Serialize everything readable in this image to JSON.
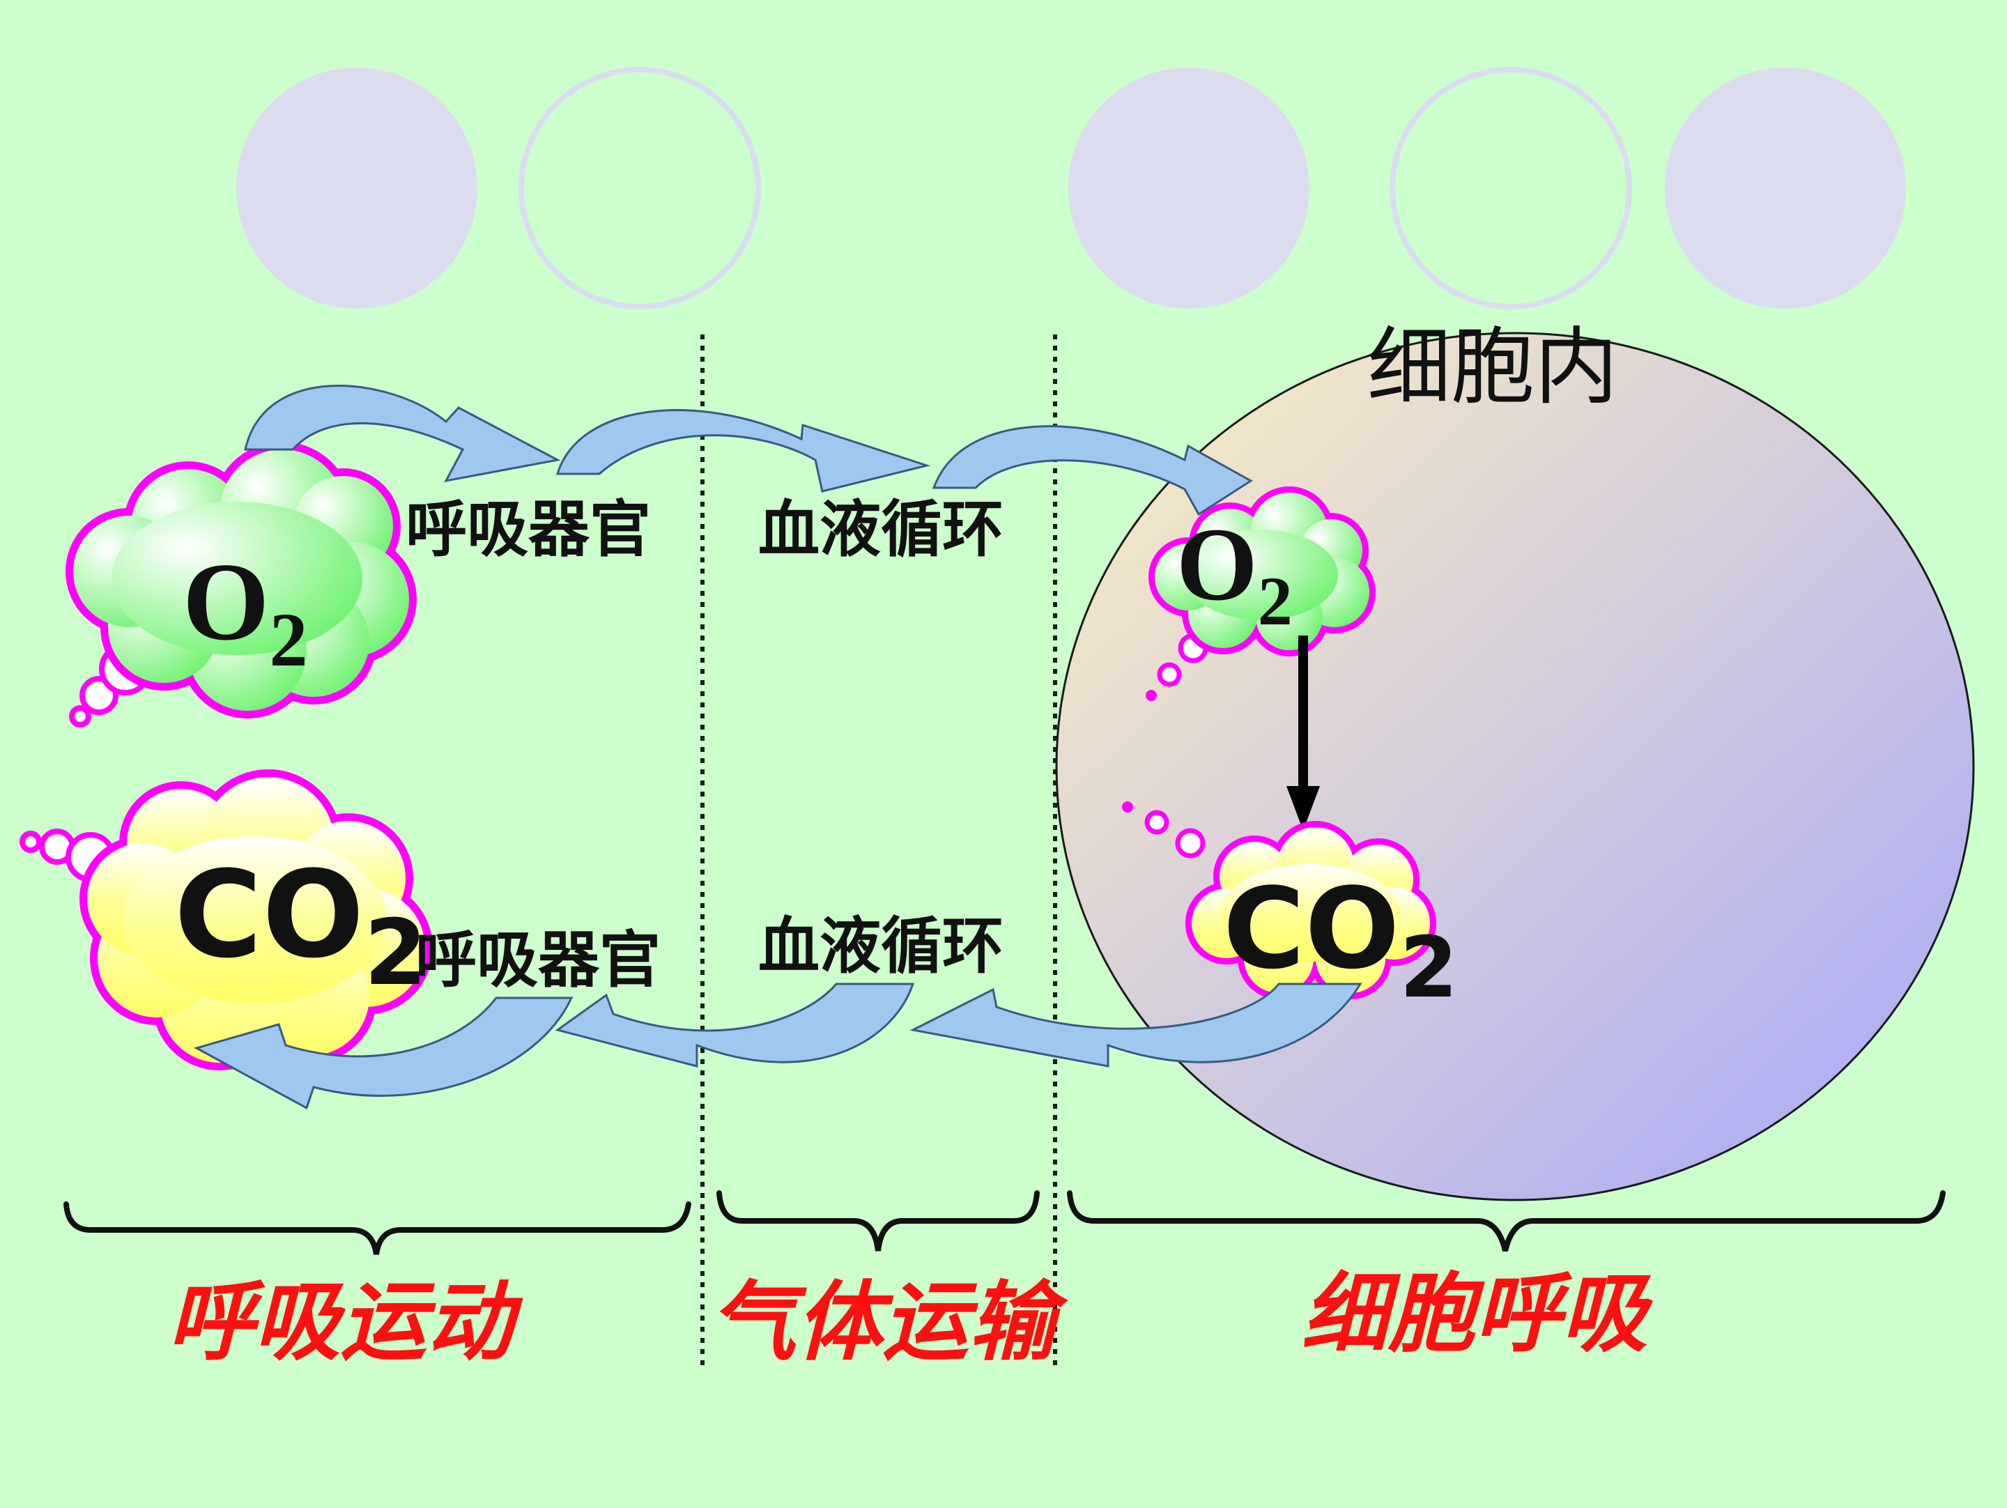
{
  "colors": {
    "background": "#ccffcc",
    "deco_circle": "#dcdcf0",
    "cloud_outline": "#ff00ff",
    "arrow_fill": "#9ec8f0",
    "arrow_stroke": "#3a5a80",
    "bottom_label": "#ff1010",
    "cell_gradient_start": "#fdf0c0",
    "cell_gradient_end": "#a6a6fa"
  },
  "cell": {
    "label": "细胞内"
  },
  "gases": {
    "o2_left": {
      "main": "O",
      "sub": "2"
    },
    "co2_left": {
      "main": "CO",
      "sub": "2"
    },
    "o2_cell": {
      "main": "O",
      "sub": "2"
    },
    "co2_cell": {
      "main": "CO",
      "sub": "2"
    }
  },
  "labels": {
    "organ_top": "呼吸器官",
    "circ_top": "血液循环",
    "organ_bottom": "呼吸器官",
    "circ_bottom": "血液循环"
  },
  "stages": {
    "breathing": "呼吸运动",
    "transport": "气体运输",
    "respiration": "细胞呼吸"
  },
  "icons": {
    "arrows": "curved-flow-arrow-icon",
    "reaction": "down-arrow-icon"
  }
}
